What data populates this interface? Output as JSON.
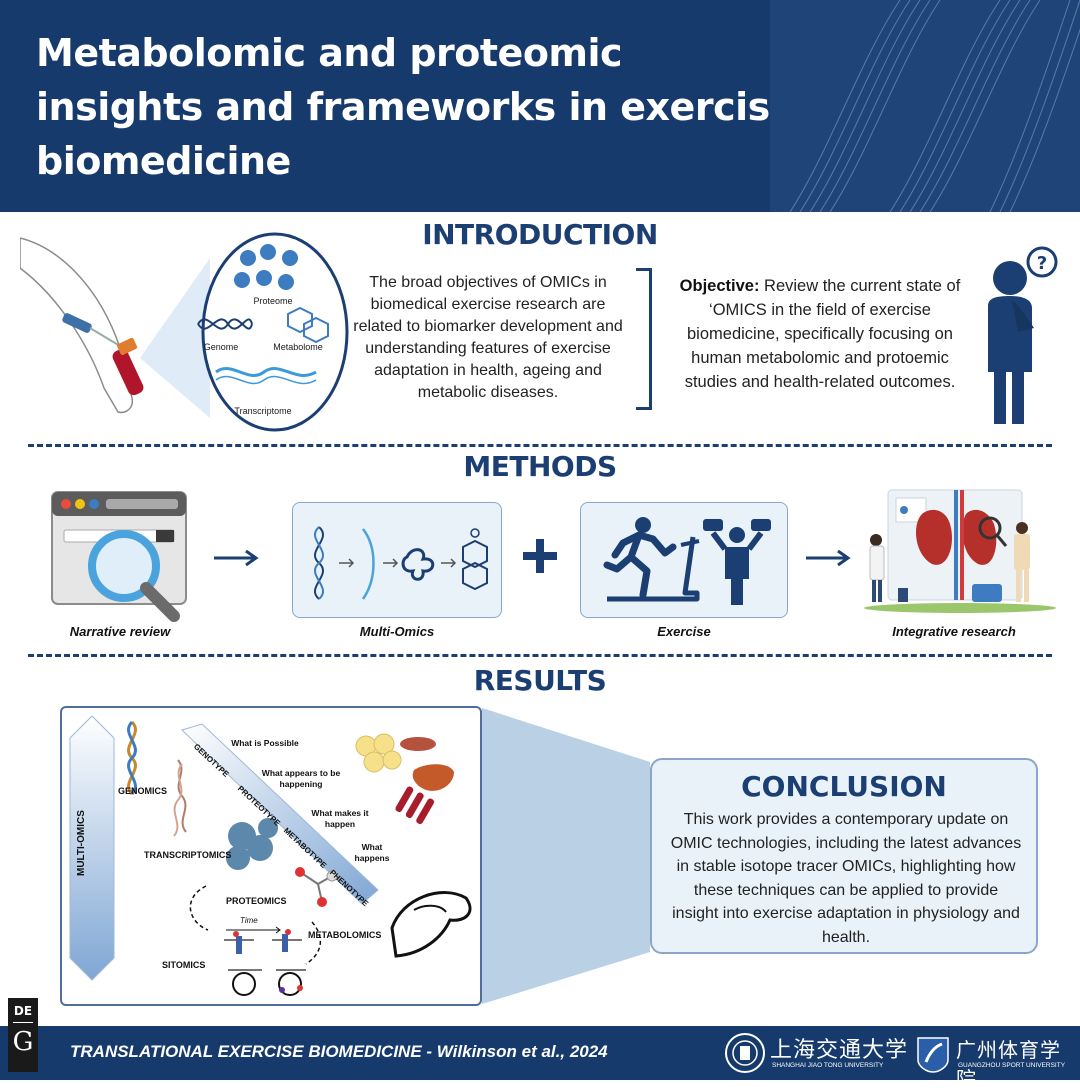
{
  "header": {
    "title": "Metabolomic and proteomic insights and frameworks in exercise biomedicine"
  },
  "introduction": {
    "title": "INTRODUCTION",
    "labels": {
      "proteome": "Proteome",
      "genome": "Genome",
      "metabolome": "Metabolome",
      "transcriptome": "Transcriptome"
    },
    "text": "The broad objectives of OMICs in biomedical exercise research are related to biomarker development and understanding features of exercise adaptation in health, ageing and metabolic diseases.",
    "objective_label": "Objective:",
    "objective_text": " Review the current state of ‘OMICS in the field of exercise biomedicine, specifically focusing on human metabolomic and protoemic studies and health-related outcomes."
  },
  "methods": {
    "title": "METHODS",
    "steps": [
      "Narrative review",
      "Multi-Omics",
      "Exercise",
      "Integrative research"
    ]
  },
  "results": {
    "title": "RESULTS",
    "axis_label": "MULTI-OMICS",
    "omics": [
      "GENOMICS",
      "TRANSCRIPTOMICS",
      "PROTEOMICS",
      "METABOLOMICS",
      "SITOMICS"
    ],
    "diagonal": [
      "GENOTYPE",
      "PROTEOTYPE",
      "METABOTYPE",
      "PHENOTYPE"
    ],
    "notes": [
      "What is Possible",
      "What appears to be happening",
      "What makes it happen",
      "What happens"
    ],
    "time_label": "Time"
  },
  "conclusion": {
    "title": "CONCLUSION",
    "text": "This work provides a contemporary update on OMIC technologies, including the latest advances in stable isotope tracer OMICs, highlighting how these techniques can be applied to provide insight into exercise adaptation in physiology and health."
  },
  "footer": {
    "citation": "TRANSLATIONAL EXERCISE BIOMEDICINE - Wilkinson et al., 2024",
    "publisher_top": "DE",
    "publisher_bottom": "G",
    "uni1_cn": "上海交通大学",
    "uni1_en": "SHANGHAI JIAO TONG UNIVERSITY",
    "uni2_cn": "广州体育学院",
    "uni2_en": "GUANGZHOU SPORT UNIVERSITY"
  },
  "colors": {
    "navy": "#153a6b",
    "heading": "#1b3f72",
    "panel": "#e9f1f9",
    "light_blue": "#5aa9dc"
  }
}
